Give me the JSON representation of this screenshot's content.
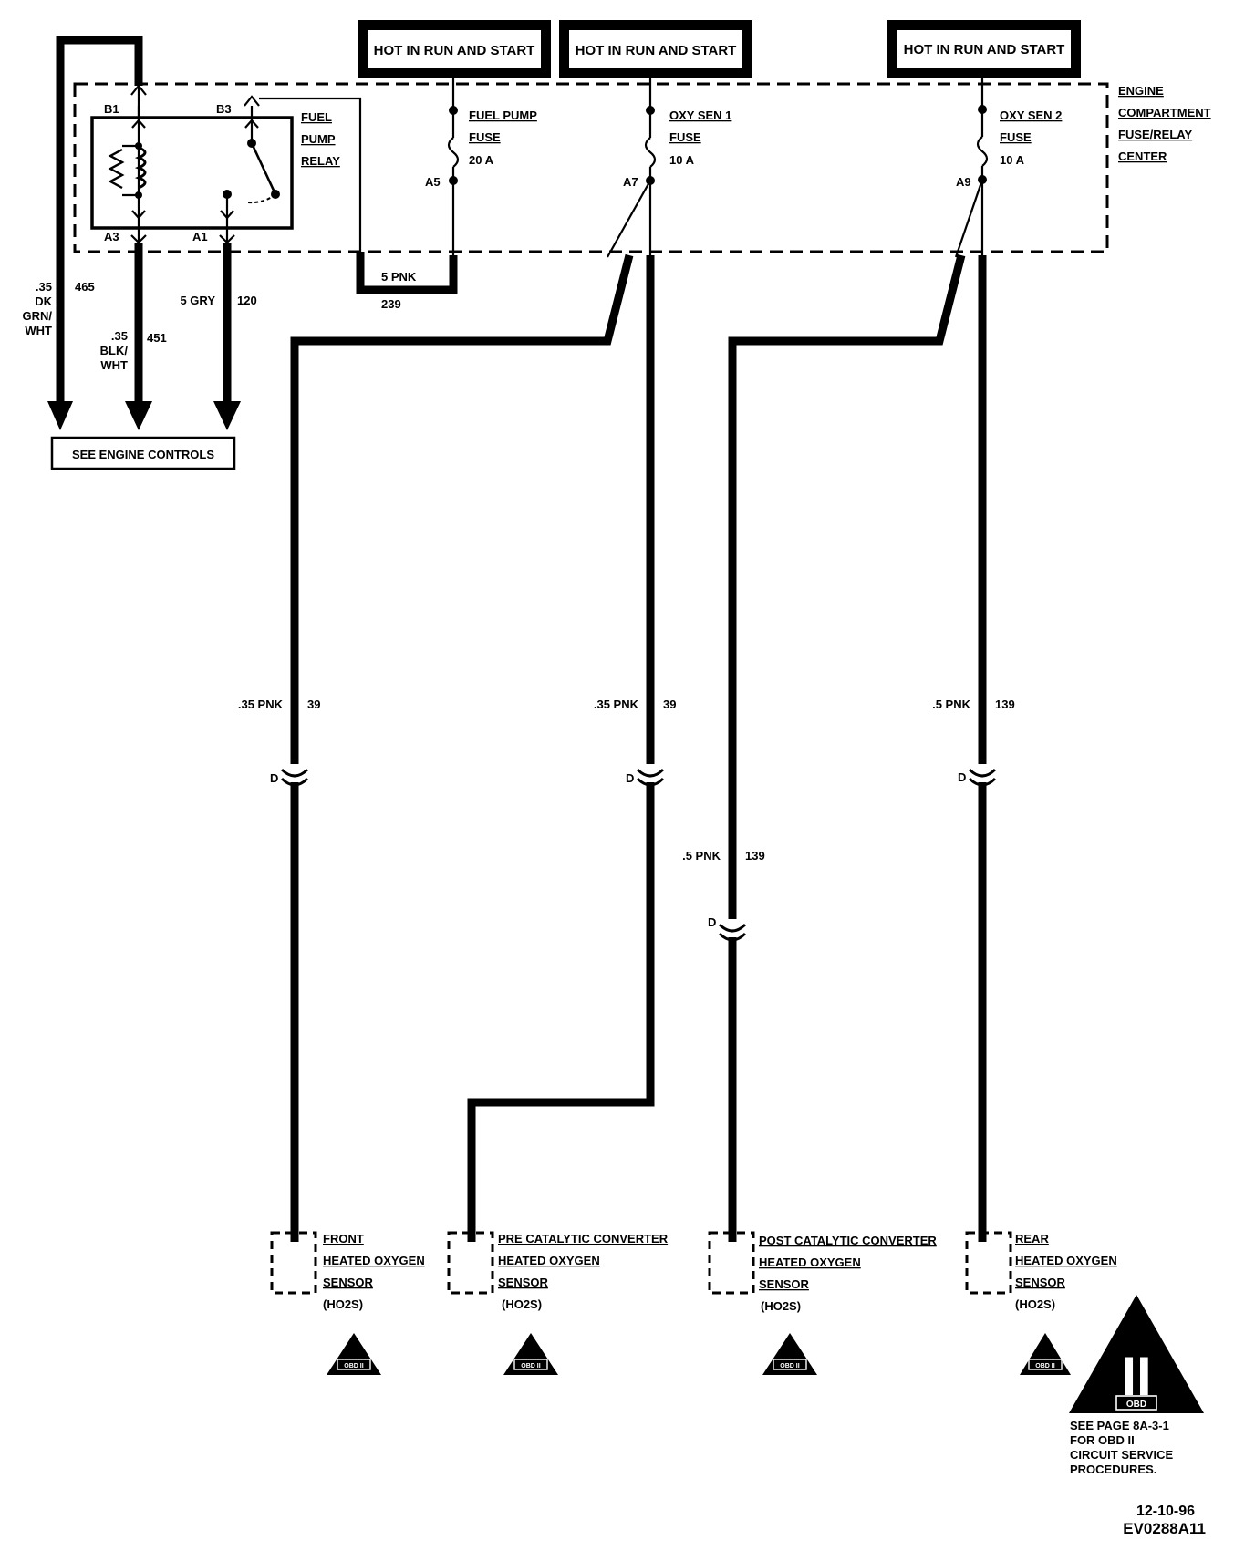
{
  "power_boxes": [
    {
      "label": "HOT IN RUN AND START"
    },
    {
      "label": "HOT IN RUN AND START"
    },
    {
      "label": "HOT IN RUN AND START"
    }
  ],
  "center_label": [
    "ENGINE",
    "COMPARTMENT",
    "FUSE/RELAY",
    "CENTER"
  ],
  "relay": {
    "label": [
      "FUEL",
      "PUMP",
      "RELAY"
    ],
    "pins": {
      "b1": "B1",
      "b3": "B3",
      "a3": "A3",
      "a1": "A1"
    }
  },
  "fuses": [
    {
      "lines": [
        "FUEL PUMP",
        "FUSE",
        "20 A"
      ],
      "pin": "A5"
    },
    {
      "lines": [
        "OXY SEN 1",
        "FUSE",
        "10 A"
      ],
      "pin": "A7"
    },
    {
      "lines": [
        "OXY SEN 2",
        "FUSE",
        "10 A"
      ],
      "pin": "A9"
    }
  ],
  "wires": {
    "w465": {
      "gauge": [
        ".35",
        "DK",
        "GRN/",
        "WHT"
      ],
      "circuit": "465"
    },
    "w451": {
      "gauge": [
        ".35",
        "BLK/",
        "WHT"
      ],
      "circuit": "451"
    },
    "w120": {
      "gauge": "5 GRY",
      "circuit": "120"
    },
    "w239": {
      "gauge": "5 PNK",
      "circuit": "239"
    },
    "front": {
      "gauge": ".35 PNK",
      "circuit": "39"
    },
    "pre": {
      "gauge": ".35 PNK",
      "circuit": "39"
    },
    "rear": {
      "gauge": ".5 PNK",
      "circuit": "139"
    },
    "post": {
      "gauge": ".5 PNK",
      "circuit": "139"
    }
  },
  "connector_label": "D",
  "engine_controls": "SEE ENGINE CONTROLS",
  "sensors": [
    {
      "lines": [
        "FRONT",
        "HEATED OXYGEN",
        "SENSOR"
      ],
      "abbr": "(HO2S)"
    },
    {
      "lines": [
        "PRE CATALYTIC CONVERTER",
        "HEATED OXYGEN",
        "SENSOR"
      ],
      "abbr": "(HO2S)"
    },
    {
      "lines": [
        "POST CATALYTIC CONVERTER",
        "HEATED OXYGEN",
        "SENSOR"
      ],
      "abbr": "(HO2S)"
    },
    {
      "lines": [
        "REAR",
        "HEATED OXYGEN",
        "SENSOR"
      ],
      "abbr": "(HO2S)"
    }
  ],
  "obd_marks": [
    "OBD II",
    "OBD II",
    "OBD II",
    "OBD II"
  ],
  "obd_note": {
    "symbol": "II",
    "badge": "OBD",
    "lines": [
      "SEE PAGE 8A-3-1",
      "FOR OBD II",
      "CIRCUIT SERVICE",
      "PROCEDURES."
    ]
  },
  "footer": {
    "date": "12-10-96",
    "code": "EV0288A11"
  }
}
